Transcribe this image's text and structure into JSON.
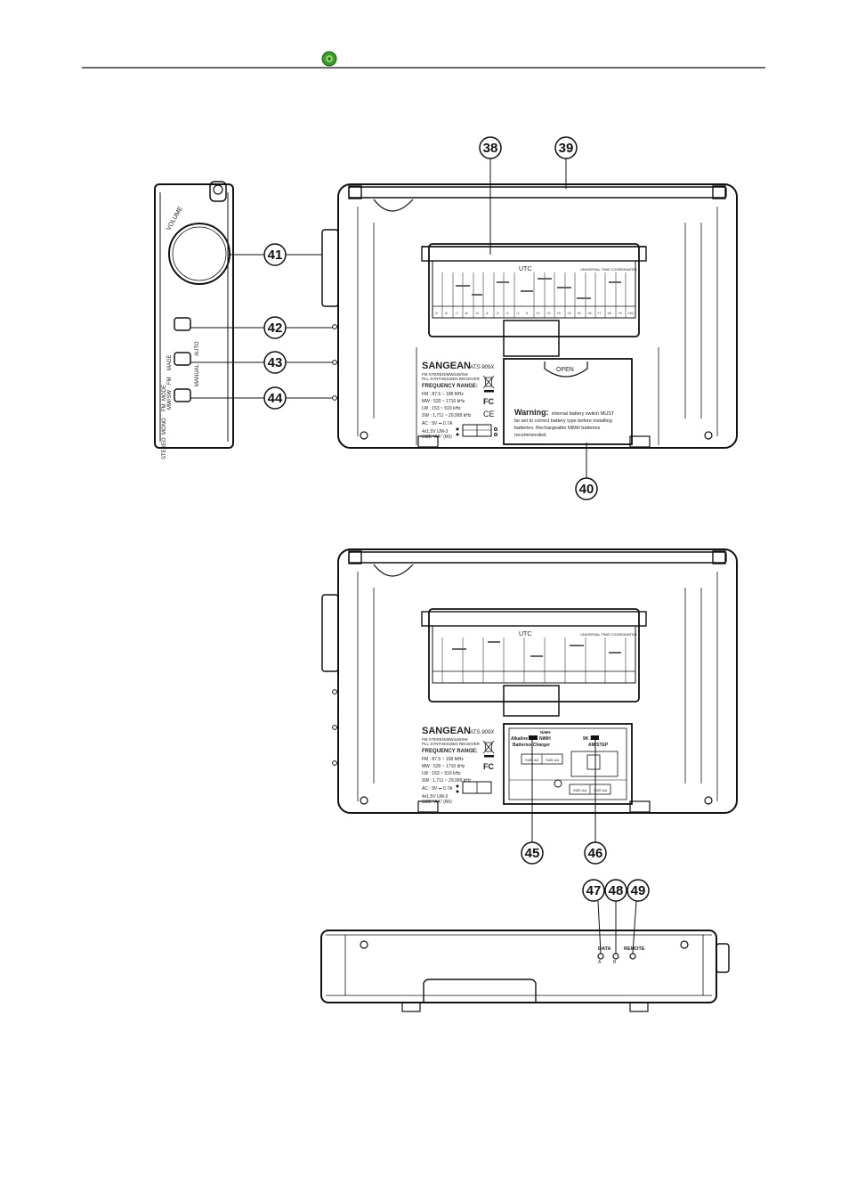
{
  "callouts": {
    "c38": "38",
    "c39": "39",
    "c40": "40",
    "c41": "41",
    "c42": "42",
    "c43": "43",
    "c44": "44",
    "c45": "45",
    "c46": "46",
    "c47": "47",
    "c48": "48",
    "c49": "49"
  },
  "side_panel": {
    "volume": "VOLUME",
    "switch1": [
      "MANUAL",
      "AUTO"
    ],
    "switch2": [
      "MW/SW",
      "FM",
      "MAGE"
    ],
    "switch3": [
      "STEREO",
      "MONO",
      "FM",
      "MODE"
    ]
  },
  "utc_card": {
    "title": "UTC",
    "subtitle": "UNIVERSAL TIME COORDINATED",
    "offsets": [
      "-9",
      "-8",
      "-7",
      "-6",
      "-5",
      "-4",
      "-3",
      "-2",
      "-1",
      "0",
      "+1",
      "+2",
      "+3",
      "+4",
      "+5",
      "+6",
      "+7",
      "+8",
      "+9",
      "+10"
    ]
  },
  "battery_door": {
    "open": "OPEN",
    "warning_title": "Warning:",
    "warning_lines": [
      "internal battery switch MUST",
      "be set to correct battery type before installing",
      "batteries. Rechargeable NiMH batteries",
      "recommended."
    ]
  },
  "label": {
    "brand": "SANGEAN",
    "model": "ATS-909X",
    "line1": "FM STEREO/MW/LW/SW",
    "line2": "PLL SYNTHESIZED RECEIVER",
    "freq_title": "FREQUENCY RANGE:",
    "freq_lines": [
      "FM   : 87.5 ~ 108 MHz",
      "MW : 520 ~ 1710 kHz",
      "LW  : 153 ~ 519 kHz",
      "SW  : 1,711 ~ 29,999 kHz"
    ],
    "power": "AC : 9V ⎓ 0.7A",
    "battery": "4x1.5V UM-3",
    "size": "SIZE \"AA\" (R6)",
    "fc": "FC",
    "ce": "CE"
  },
  "compartment": {
    "switch_label": "NiMH",
    "switch_a": "Alkaline",
    "switch_b": "NiMH",
    "switch_caption": "Batteries Charger",
    "step_label": "9K    10K",
    "step_caption": "AM STEP",
    "cells": [
      "SIZE AA",
      "SIZE AA",
      "SIZE AA",
      "SIZE AA"
    ]
  },
  "bottom_panel": {
    "data": "DATA",
    "a": "A",
    "b": "B",
    "remote": "REMOTE"
  }
}
